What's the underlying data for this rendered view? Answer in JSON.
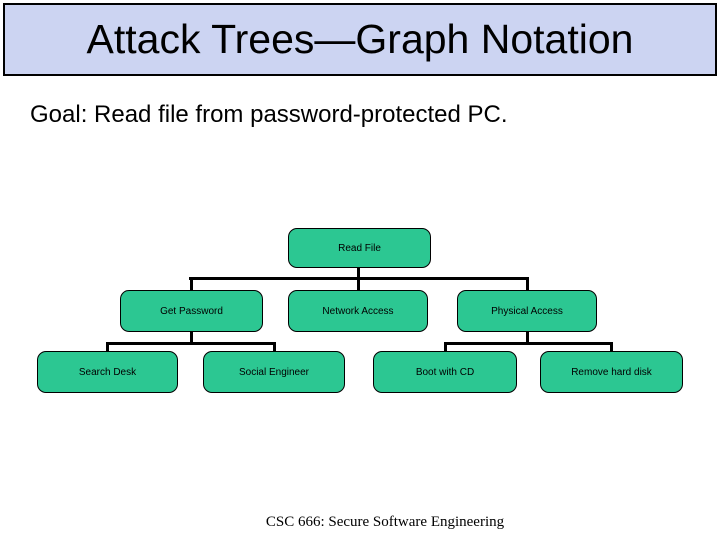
{
  "slide": {
    "title": "Attack Trees—Graph Notation",
    "goal": "Goal: Read file from password-protected PC.",
    "footer": "CSC 666: Secure Software Engineering"
  },
  "colors": {
    "background": "#ffffff",
    "title_bar_bg": "#ccd4f2",
    "title_bar_border": "#000000",
    "node_fill": "#2cc792",
    "node_border": "#000000",
    "connector": "#000000",
    "text": "#000000"
  },
  "tree": {
    "root": {
      "label": "Read File"
    },
    "children": [
      {
        "label": "Get Password",
        "children": [
          {
            "label": "Search Desk"
          },
          {
            "label": "Social Engineer"
          }
        ]
      },
      {
        "label": "Network Access",
        "children": []
      },
      {
        "label": "Physical Access",
        "children": [
          {
            "label": "Boot with CD"
          },
          {
            "label": "Remove hard disk"
          }
        ]
      }
    ]
  }
}
